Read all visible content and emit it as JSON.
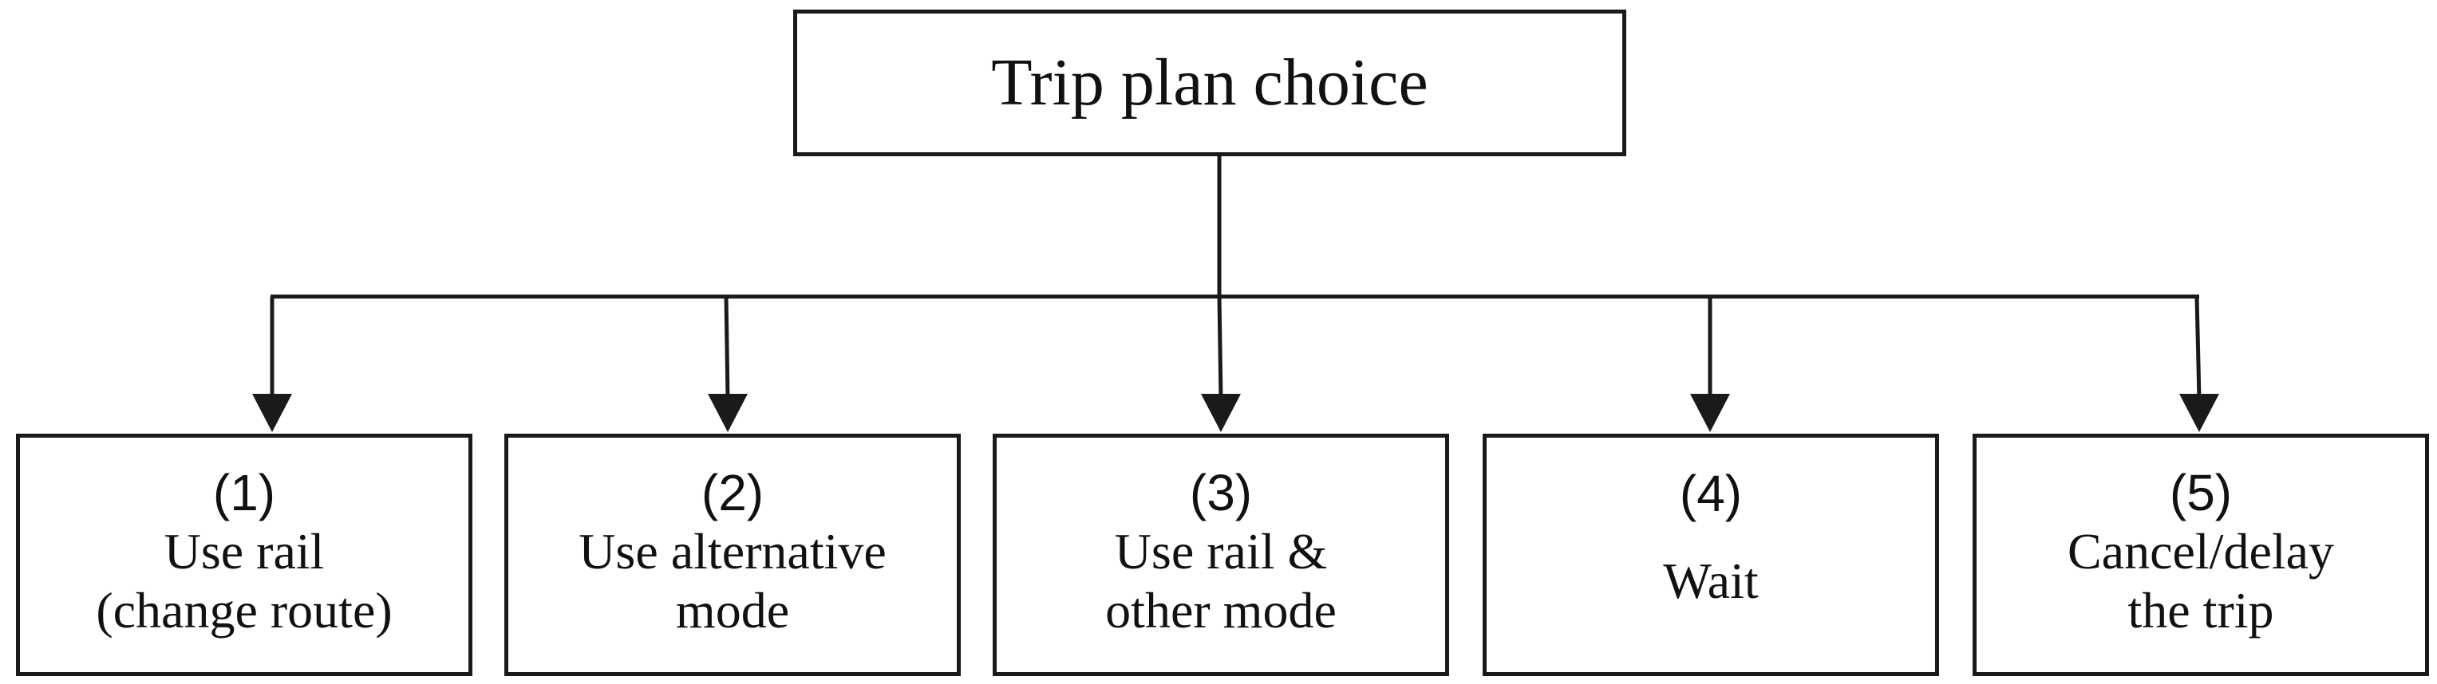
{
  "root": {
    "label": "Trip plan choice"
  },
  "options": [
    {
      "number": "(1)",
      "lines": [
        "Use rail",
        "(change route)"
      ]
    },
    {
      "number": "(2)",
      "lines": [
        "Use alternative",
        "mode"
      ]
    },
    {
      "number": "(3)",
      "lines": [
        "Use rail &",
        "other mode"
      ]
    },
    {
      "number": "(4)",
      "lines": [
        "Wait"
      ]
    },
    {
      "number": "(5)",
      "lines": [
        "Cancel/delay",
        "the trip"
      ]
    }
  ],
  "colors": {
    "line": "#1a1a1a",
    "text": "#111111",
    "background": "#ffffff"
  }
}
